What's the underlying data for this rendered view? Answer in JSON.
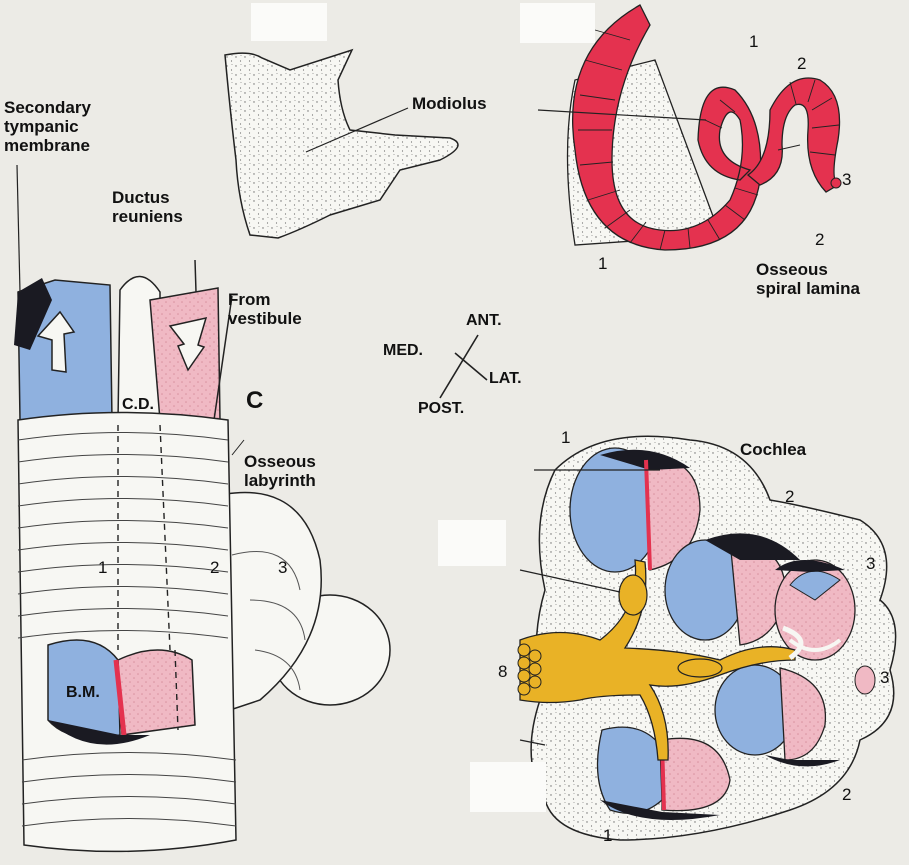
{
  "colors": {
    "perilymph_blue": "#8fb1df",
    "endolymph_pink": "#f0b9c4",
    "lamina_red": "#e4324f",
    "nerve_yellow": "#e9b226",
    "background": "#ecebe6",
    "bone_white": "#f7f7f3"
  },
  "labels": {
    "secondary_tympanic_1": "Secondary",
    "secondary_tympanic_2": "tympanic",
    "secondary_tympanic_3": "membrane",
    "ductus_reuniens_1": "Ductus",
    "ductus_reuniens_2": "reuniens",
    "from_vestibule_1": "From",
    "from_vestibule_2": "vestibule",
    "cd": "C.D.",
    "panel_c": "C",
    "osseous_labyrinth_1": "Osseous",
    "osseous_labyrinth_2": "labyrinth",
    "bm": "B.M.",
    "modiolus": "Modiolus",
    "osseous_spiral_lamina_1": "Osseous",
    "osseous_spiral_lamina_2": "spiral lamina",
    "cochlea": "Cochlea",
    "ant": "ANT.",
    "med": "MED.",
    "lat": "LAT.",
    "post": "POST."
  },
  "turn_numbers": {
    "left_1": "1",
    "left_2": "2",
    "left_3": "3",
    "spiral_1_top": "1",
    "spiral_2_top": "2",
    "spiral_3": "3",
    "spiral_2_bottom": "2",
    "spiral_1_bottom": "1",
    "section_1_top": "1",
    "section_2": "2",
    "section_3_top": "3",
    "section_3_right": "3",
    "section_2_bottom": "2",
    "section_1_bottom": "1",
    "section_8": "8"
  }
}
